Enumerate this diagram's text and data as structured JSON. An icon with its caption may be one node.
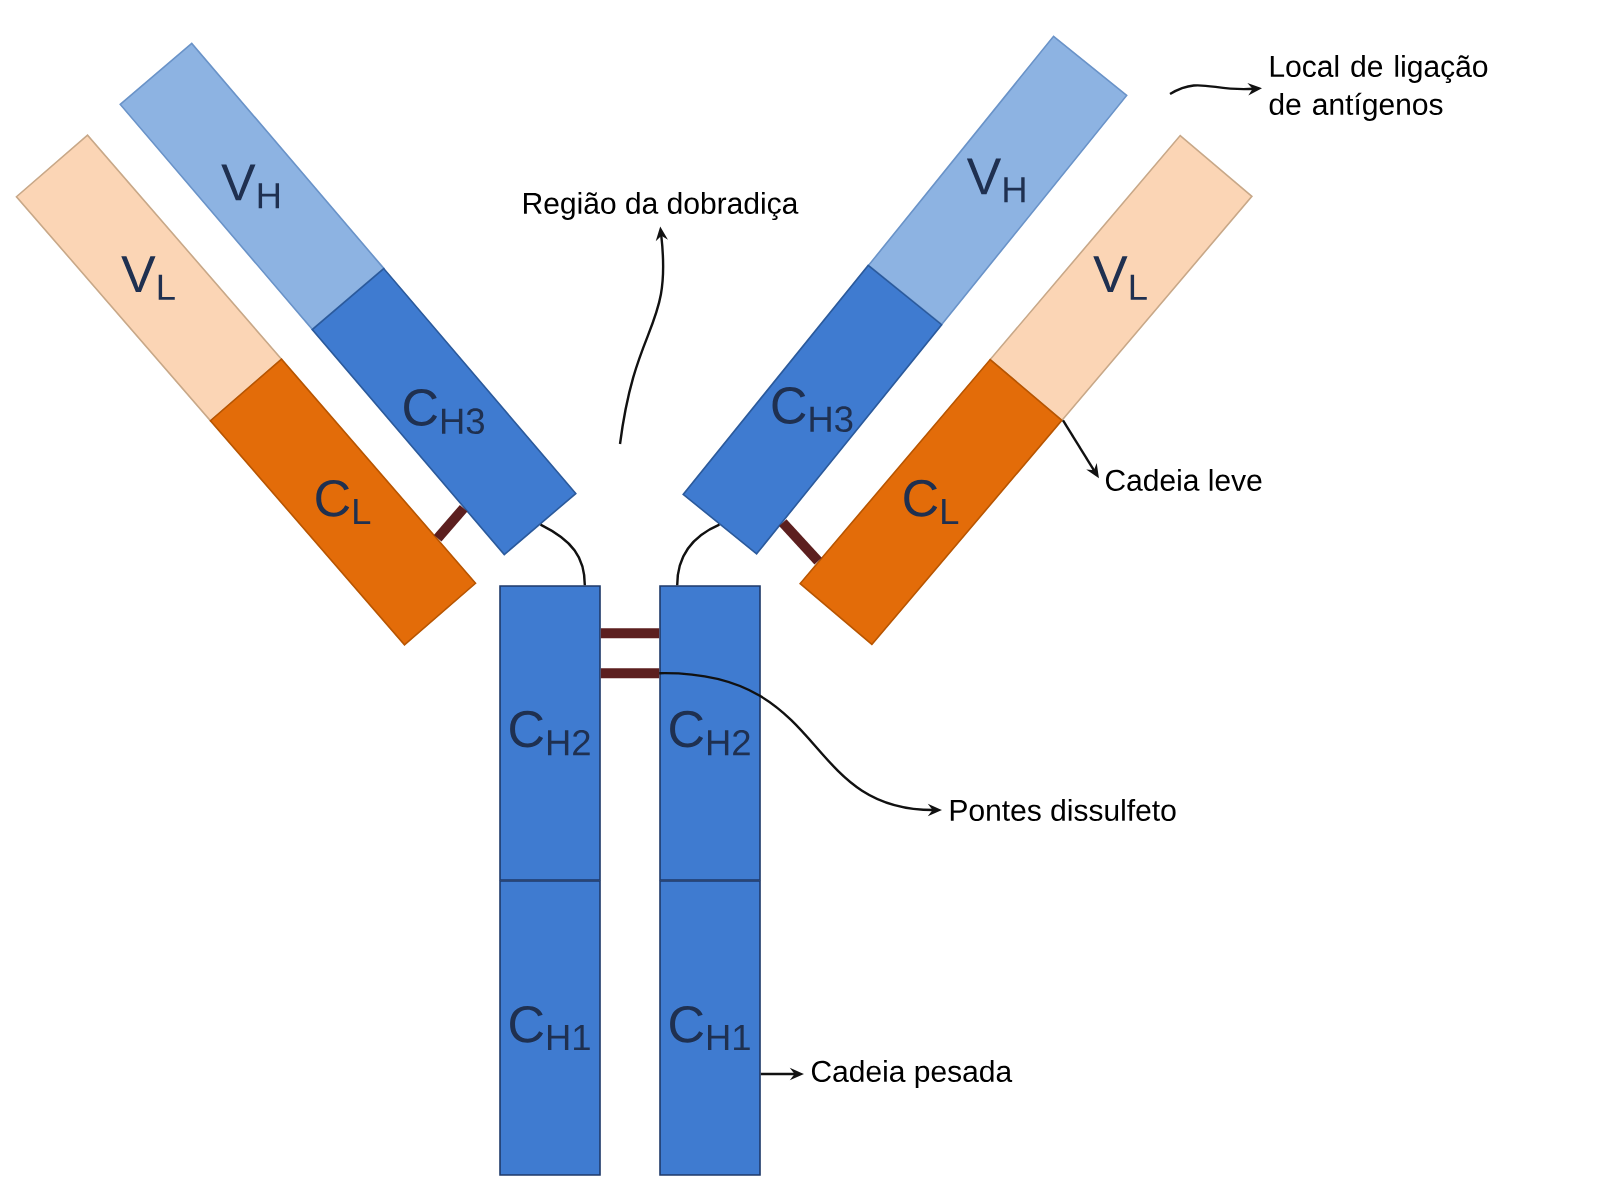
{
  "diagram": {
    "nodes": [
      {
        "text": [
          "V$_{H}$"
        ]
      },
      {
        "text": [
          "C$_{H3}$"
        ]
      },
      {
        "text": [
          "V$_{L}$"
        ]
      },
      {
        "text": [
          "C$_{L}$"
        ]
      },
      {
        "text": [
          "V$_{H}$"
        ]
      },
      {
        "text": [
          "C$_{H3}$"
        ]
      },
      {
        "text": [
          "V$_{L}$"
        ]
      },
      {
        "text": [
          "C$_{L}$"
        ]
      },
      {
        "text": [
          "C$_{H2}$"
        ]
      },
      {
        "text": [
          "C$_{H2}$"
        ]
      },
      {
        "text": [
          "C$_{H1}$"
        ]
      },
      {
        "text": [
          "C$_{H1}$"
        ]
      },
      {
        "text": [
          "Região da dobradiça"
        ]
      },
      {
        "text": [
          "Local de ligação de antígenos"
        ]
      },
      {
        "text": [
          "Cadeia leve"
        ]
      },
      {
        "text": [
          "Pontes dissulfeto"
        ]
      },
      {
        "text": [
          "Cadeia pesada"
        ]
      }
    ],
    "edges": [
      {
        "from": 3,
        "to": 1,
        "arrow": "none",
        "style": "thick",
        "color": "#5c1f1f"
      },
      {
        "from": 7,
        "to": 5,
        "arrow": "none",
        "style": "thick",
        "color": "#5c1f1f"
      },
      {
        "from": 8,
        "to": 9,
        "arrow": "none",
        "style": "thick",
        "color": "#5c1f1f"
      },
      {
        "from": 8,
        "to": 9,
        "arrow": "none",
        "style": "thick",
        "color": "#5c1f1f"
      },
      {
        "from": 1,
        "to": 8,
        "arrow": "none"
      },
      {
        "from": 5,
        "to": 9,
        "arrow": "none"
      },
      {
        "from": null,
        "to": 12,
        "arrow": "to"
      },
      {
        "from": null,
        "to": 13,
        "arrow": "to"
      },
      {
        "from": 7,
        "to": 14,
        "arrow": "to"
      },
      {
        "from": 9,
        "to": 15,
        "arrow": "to"
      },
      {
        "from": 11,
        "to": 16,
        "arrow": "to"
      }
    ]
  }
}
